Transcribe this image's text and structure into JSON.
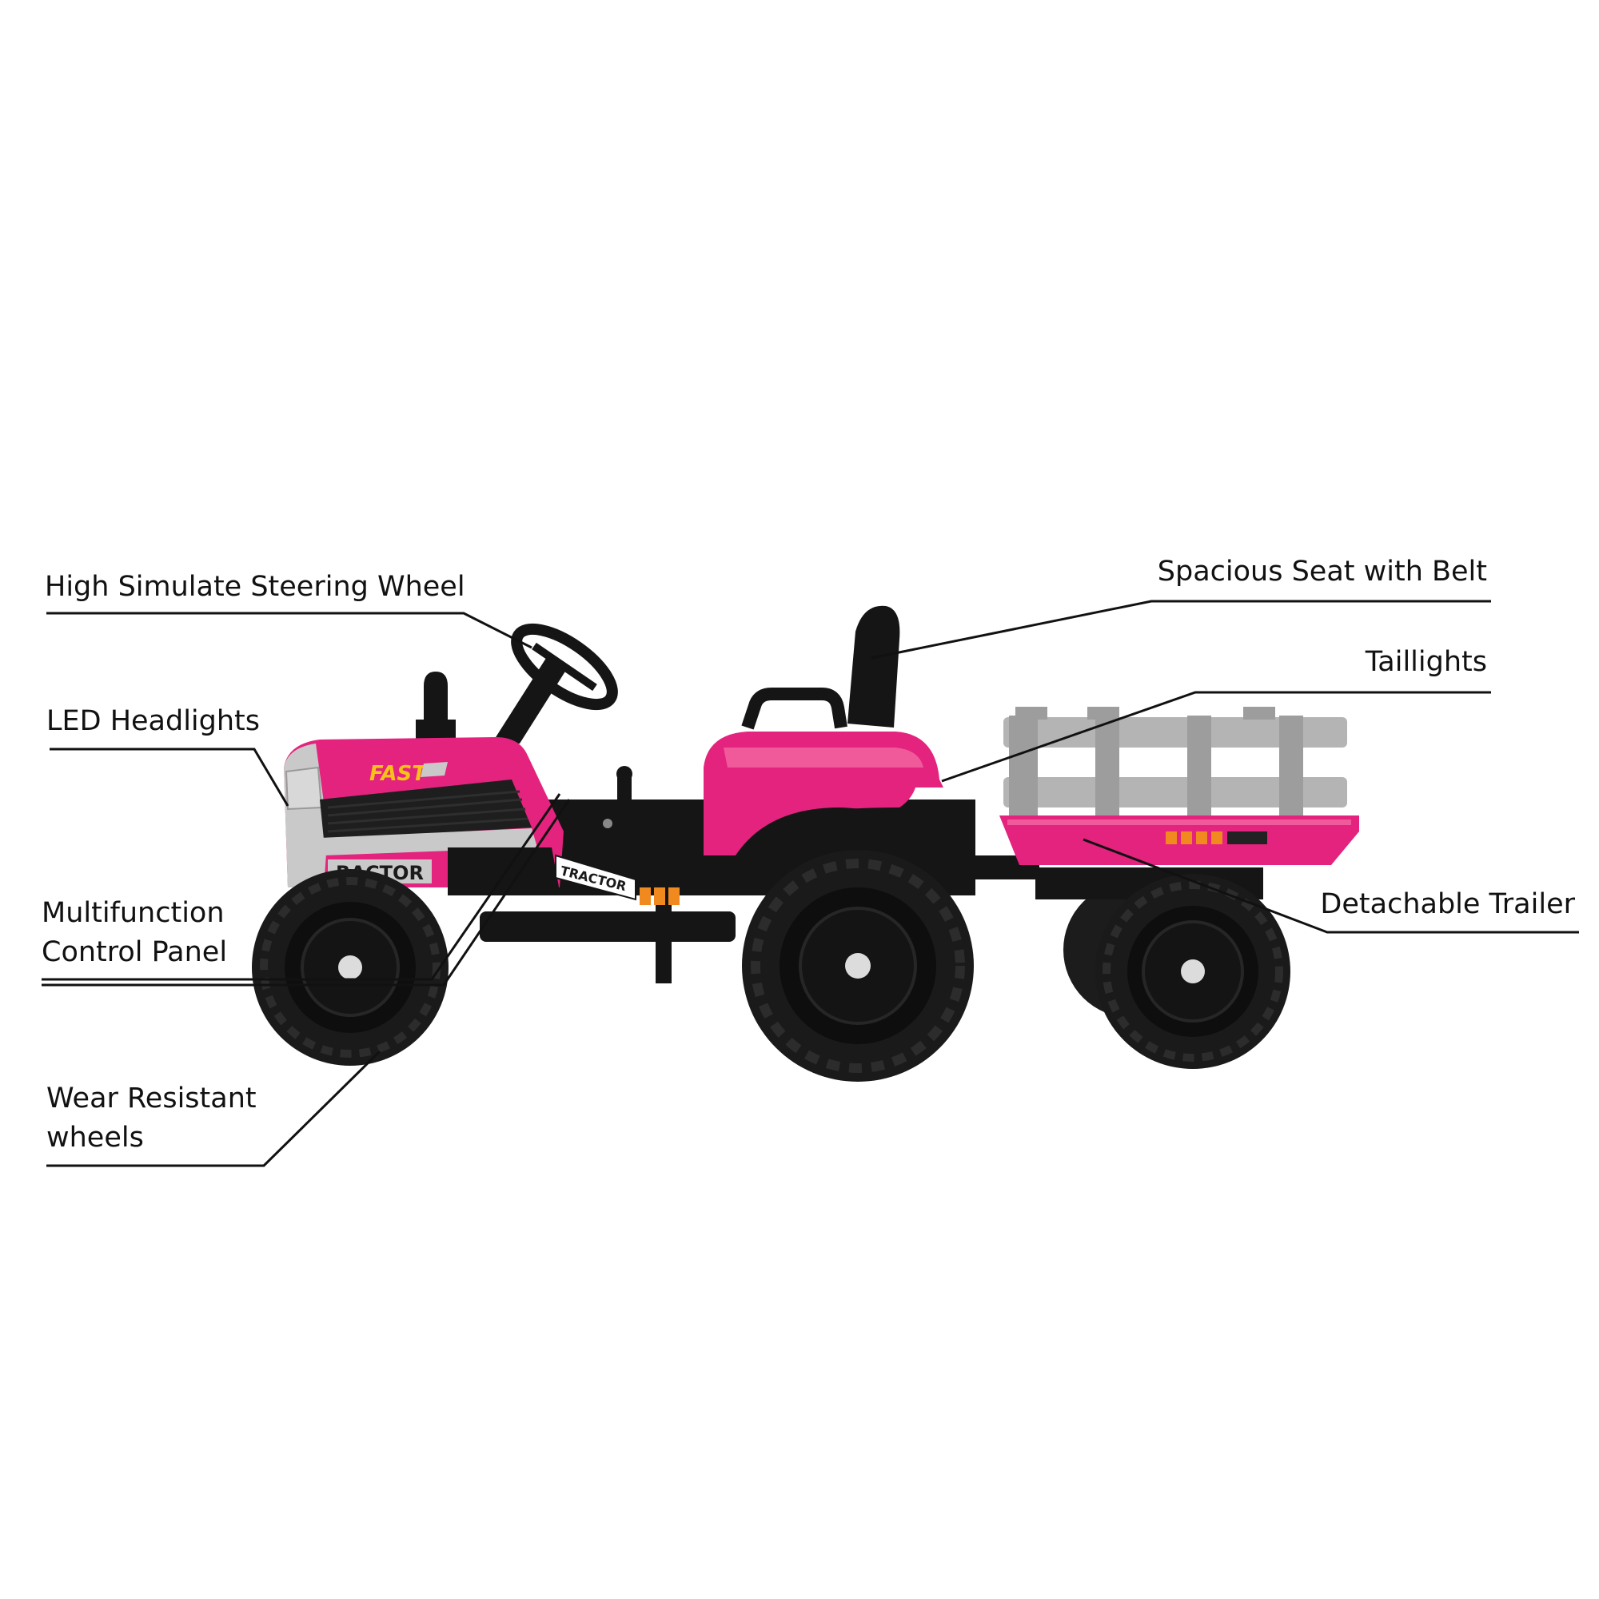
{
  "colors": {
    "body": "#e3237d",
    "body_dark": "#b0155e",
    "black": "#151515",
    "silver": "#bcbcbc",
    "rail": "#a9a9a9",
    "hub": "#dcdcdc",
    "stripe_orange": "#f08a1e",
    "decal_yellow": "#f5c21a"
  },
  "decals": {
    "hood": "FAST",
    "side": "RACTOR",
    "dash": "TRACTOR"
  },
  "callouts": {
    "steering": "High Simulate Steering Wheel",
    "headlights": "LED Headlights",
    "control_line1": "Multifunction",
    "control_line2": "Control Panel",
    "wheels_line1": "Wear Resistant",
    "wheels_line2": "wheels",
    "seat": "Spacious Seat with Belt",
    "taillights": "Taillights",
    "trailer": "Detachable Trailer"
  }
}
